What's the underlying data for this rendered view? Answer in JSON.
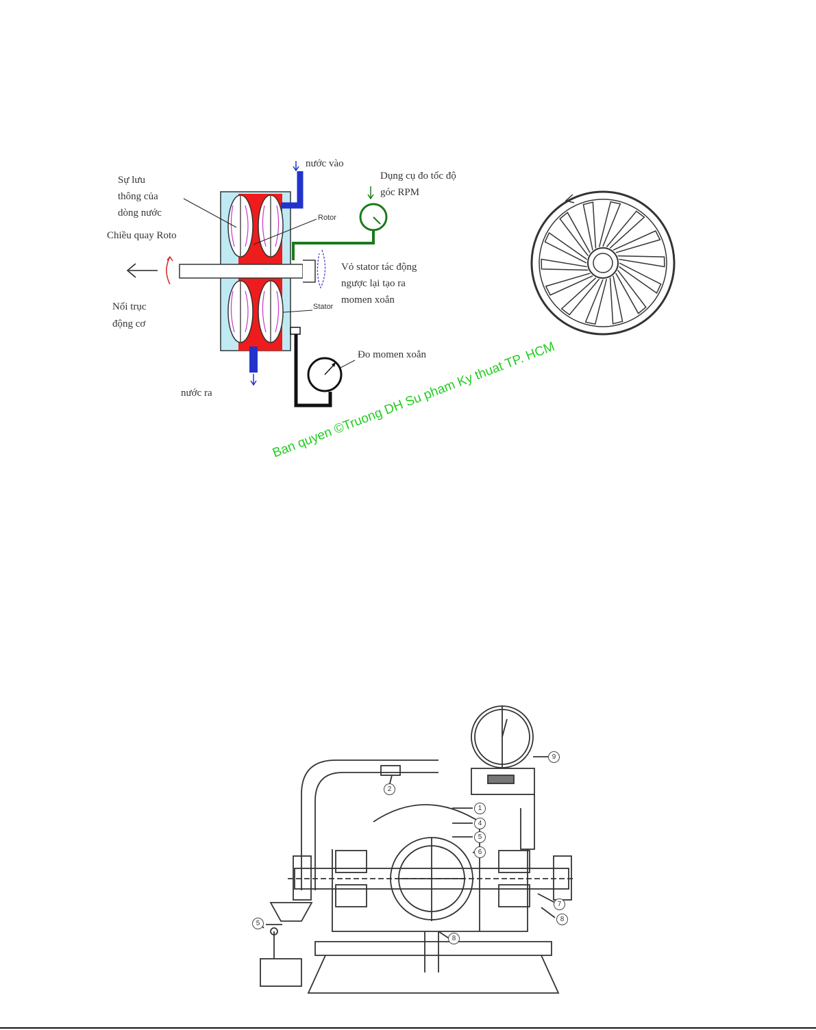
{
  "diagram1": {
    "labels": {
      "water_in": "nước vào",
      "circulation": "Sự lưu\nthông của\ndòng nước",
      "rotation": "Chiều quay Roto",
      "shaft": "Nối trục\nđộng cơ",
      "rotor": "Rotor",
      "stator": "Stator",
      "stator_note": "Vỏ stator tác động\nngược lại tạo ra\nmomen xoắn",
      "rpm_meter": "Dụng cụ đo tốc độ\ngóc RPM",
      "torque_meter": "Đo momen xoắn",
      "water_out": "nước ra"
    },
    "colors": {
      "housing": "#bfeaf4",
      "rotor": "#ee1c1c",
      "water": "#2233cc",
      "rpm_line": "#1a7a1a",
      "flow": "#cc33cc"
    }
  },
  "watermark": "Ban quyen ©Truong DH Su pham Ky thuat TP. HCM",
  "drawing2": {
    "part_numbers": [
      "1",
      "2",
      "4",
      "5",
      "6",
      "5",
      "7",
      "8",
      "9",
      "8"
    ]
  }
}
